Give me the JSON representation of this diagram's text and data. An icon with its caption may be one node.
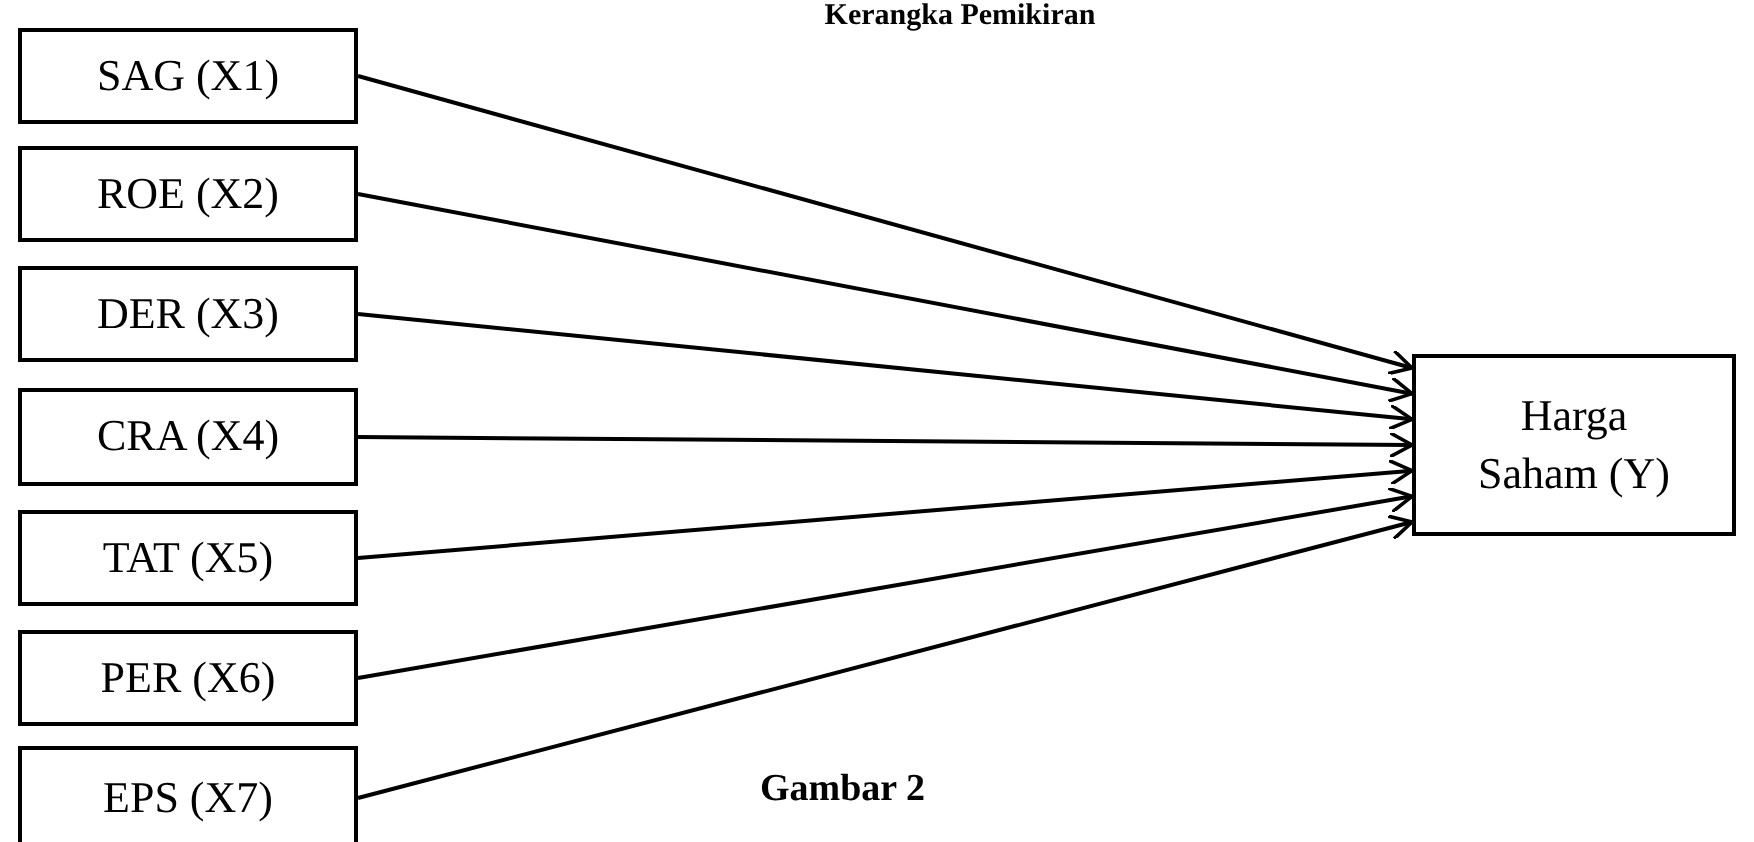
{
  "diagram": {
    "title": "Kerangka Pemikiran",
    "caption": "Gambar 2",
    "nodes": [
      {
        "text": [
          "SAG (X1)"
        ]
      },
      {
        "text": [
          "ROE (X2)"
        ]
      },
      {
        "text": [
          "DER (X3)"
        ]
      },
      {
        "text": [
          "CRA (X4)"
        ]
      },
      {
        "text": [
          "TAT (X5)"
        ]
      },
      {
        "text": [
          "PER (X6)"
        ]
      },
      {
        "text": [
          "EPS (X7)"
        ]
      },
      {
        "text": [
          "Harga Saham (Y)"
        ]
      }
    ],
    "edges": [
      {
        "from": 0,
        "to": 7,
        "arrow": "to"
      },
      {
        "from": 1,
        "to": 7,
        "arrow": "to"
      },
      {
        "from": 2,
        "to": 7,
        "arrow": "to"
      },
      {
        "from": 3,
        "to": 7,
        "arrow": "to"
      },
      {
        "from": 4,
        "to": 7,
        "arrow": "to"
      },
      {
        "from": 5,
        "to": 7,
        "arrow": "to"
      },
      {
        "from": 6,
        "to": 7,
        "arrow": "to"
      }
    ]
  }
}
